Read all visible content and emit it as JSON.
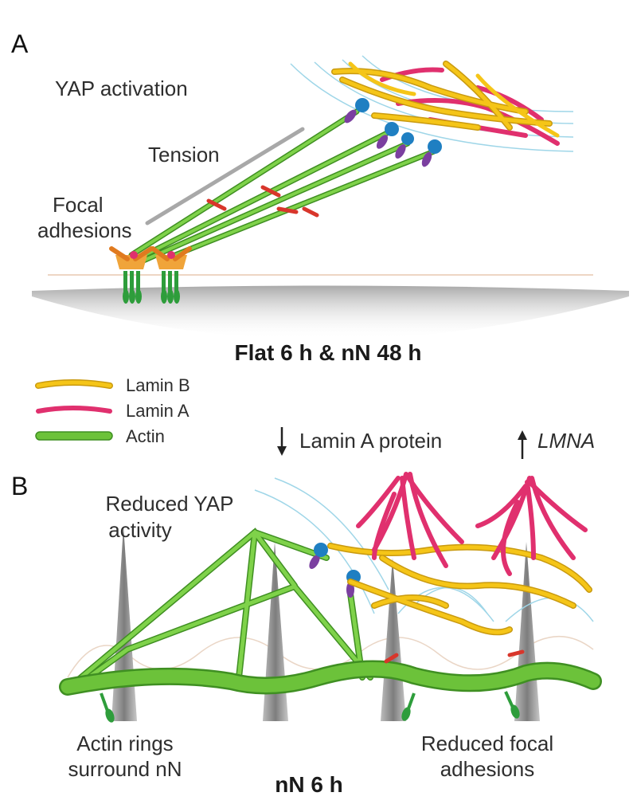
{
  "panel_a": {
    "letter": "A",
    "yap_label": "YAP activation",
    "tension_label": "Tension",
    "focal_label_1": "Focal",
    "focal_label_2": "adhesions",
    "condition": "Flat 6 h & nN 48 h"
  },
  "legend": {
    "items": [
      {
        "label": "Lamin B",
        "color": "#f5c518"
      },
      {
        "label": "Lamin A",
        "color": "#e0306e"
      },
      {
        "label": "Actin",
        "color": "#6cc23a"
      }
    ]
  },
  "panel_b": {
    "letter": "B",
    "lamin_a_protein": "Lamin A protein",
    "lmna": "LMNA",
    "reduced_yap_1": "Reduced YAP",
    "reduced_yap_2": "activity",
    "actin_rings_1": "Actin rings",
    "actin_rings_2": "surround nN",
    "reduced_focal_1": "Reduced focal",
    "reduced_focal_2": "adhesions",
    "condition": "nN 6 h"
  },
  "colors": {
    "lamin_b": "#f5c518",
    "lamin_a": "#e0306e",
    "actin": "#6cc23a",
    "actin_dark": "#3f8f22",
    "nucleus_ring": "#9fd6e8",
    "linker_blue": "#1f7fc2",
    "linker_purple": "#7b3fa0"
  }
}
